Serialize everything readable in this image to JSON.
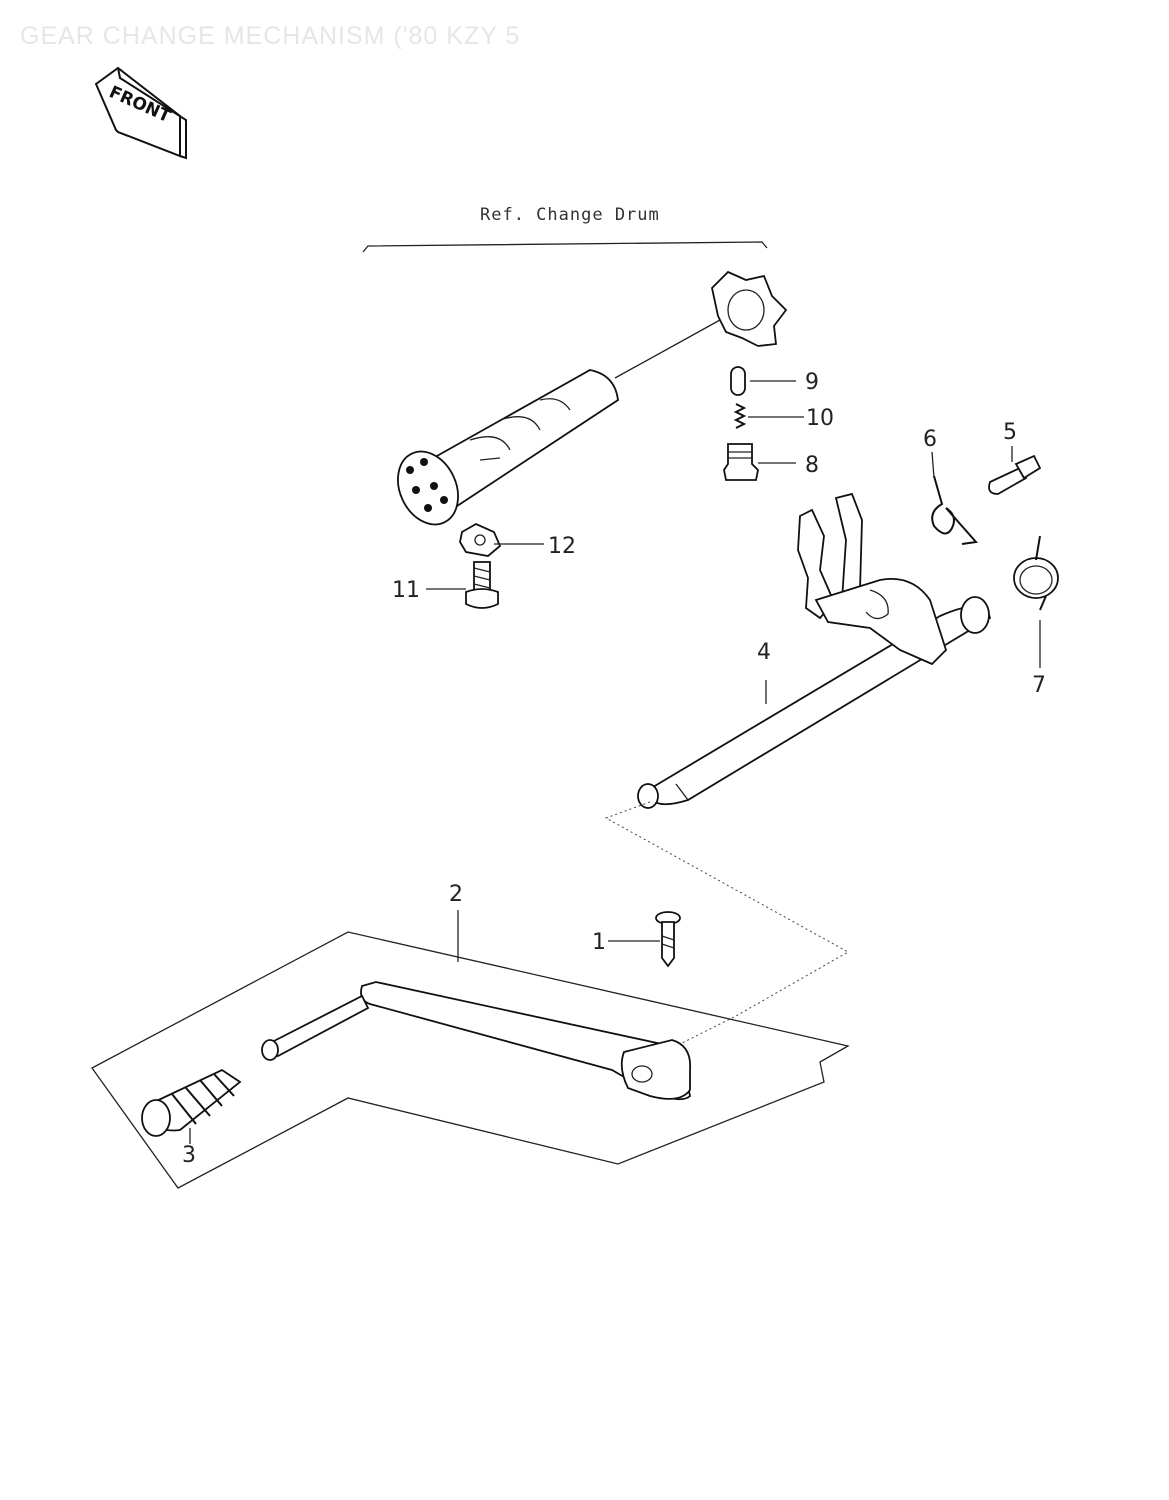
{
  "title": "GEAR CHANGE MECHANISM ('80 KZY 5",
  "front_badge": "FRONT",
  "reference_label": "Ref. Change Drum",
  "callouts": {
    "c1": "1",
    "c2": "2",
    "c3": "3",
    "c4": "4",
    "c5": "5",
    "c6": "6",
    "c7": "7",
    "c8": "8",
    "c9": "9",
    "c10": "10",
    "c11": "11",
    "c12": "12"
  },
  "colors": {
    "ink": "#111111",
    "title_faint": "#e6e6e6",
    "background": "#ffffff"
  }
}
